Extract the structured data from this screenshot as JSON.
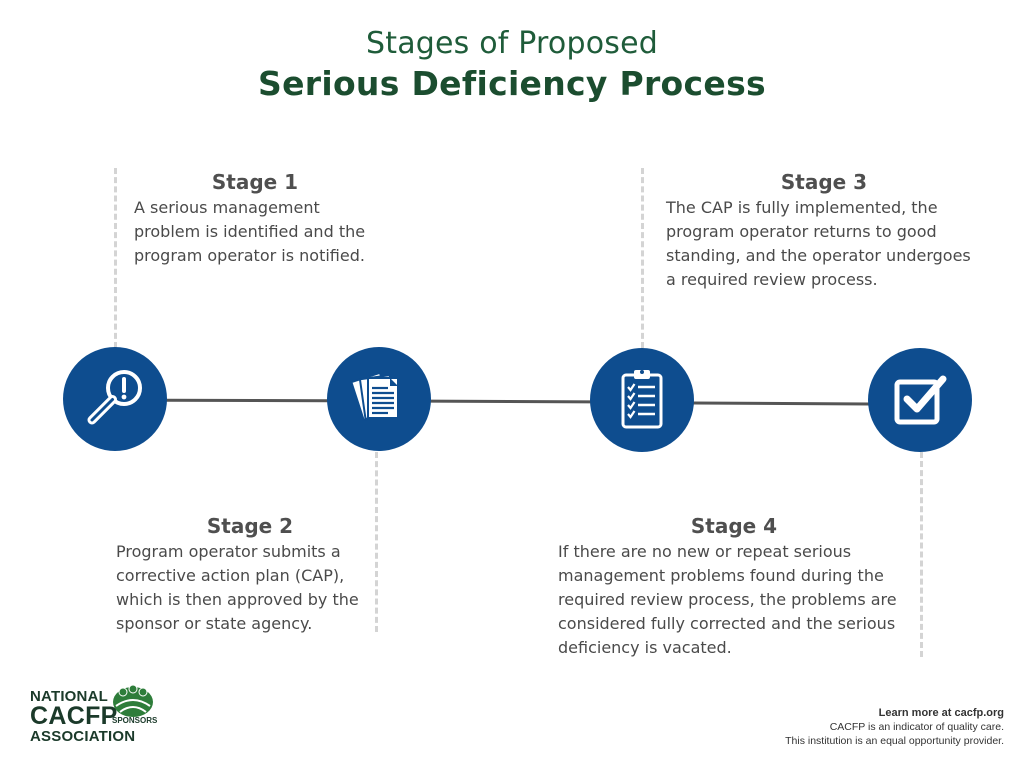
{
  "title": {
    "line1": "Stages of Proposed",
    "line2": "Serious Deficiency Process"
  },
  "stages": [
    {
      "title": "Stage 1",
      "description_lines": [
        "A serious management",
        "problem is identified and the",
        "program operator is notified."
      ],
      "icon": "magnifier-exclamation-icon"
    },
    {
      "title": "Stage 2",
      "description_lines": [
        "Program operator submits a",
        "corrective action plan (CAP),",
        "which is then approved by the",
        "sponsor or state agency."
      ],
      "icon": "documents-icon"
    },
    {
      "title": "Stage 3",
      "description_lines": [
        "The CAP is fully implemented, the",
        "program operator returns to good",
        "standing, and the operator undergoes",
        "a required review process."
      ],
      "icon": "clipboard-checklist-icon"
    },
    {
      "title": "Stage 4",
      "description_lines": [
        "If there are no new or repeat serious",
        "management problems found during the",
        "required review process, the problems are",
        "considered fully corrected and the serious",
        "deficiency is vacated."
      ],
      "icon": "checkbox-checked-icon"
    }
  ],
  "logo": {
    "line1": "NATIONAL",
    "line2": "CACFP",
    "line3": "ASSOCIATION",
    "tag": "SPONSORS"
  },
  "footer": {
    "learn_more": "Learn more at cacfp.org",
    "quality": "CACFP is an indicator of quality care.",
    "equal": "This institution is an equal opportunity provider."
  },
  "colors": {
    "icon_circle": "#0e4d8f",
    "title_green": "#1b4d2f",
    "connector": "#555555",
    "dash": "#d4d4d4"
  }
}
